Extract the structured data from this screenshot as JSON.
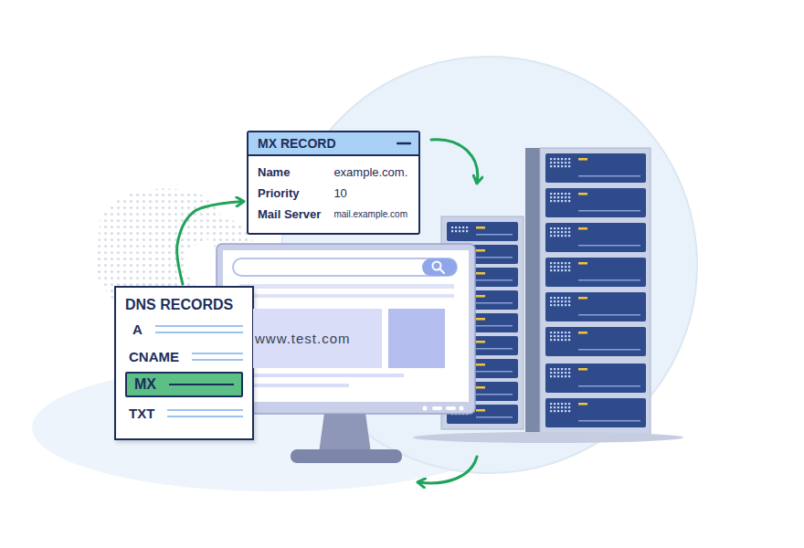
{
  "diagram": {
    "nodes": [
      {
        "text": [
          "MX RECORD",
          "Name",
          "example.com.",
          "Priority",
          "10",
          "Mail Server",
          "mail.example.com"
        ]
      },
      {
        "text": [
          "DNS RECORDS",
          "A",
          "CNAME",
          "TXT"
        ]
      },
      {
        "text": [
          "MX"
        ],
        "in": 1
      },
      {
        "text": [
          "www.test.com"
        ]
      }
    ],
    "edges": [
      {
        "from": 1,
        "to": 0,
        "arrow": "to"
      }
    ]
  }
}
